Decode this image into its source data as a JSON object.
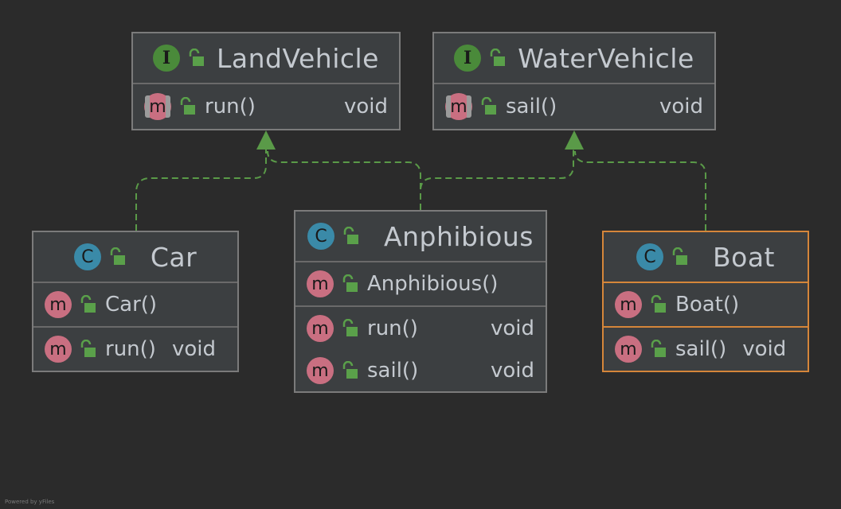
{
  "colors": {
    "background": "#2b2b2b",
    "node_fill": "#3c3f41",
    "node_border": "#7b7b7b",
    "selected_border": "#d5863a",
    "edge": "#5a9a48",
    "interface_badge": "#4a8a3a",
    "class_badge": "#3a8aa8",
    "method_badge": "#c96f81"
  },
  "nodes": {
    "land": {
      "kind_letter": "I",
      "title": "LandVehicle",
      "methods": [
        {
          "icon": "abstract-method-icon",
          "letter": "m",
          "name": "run()",
          "type": "void"
        }
      ]
    },
    "water": {
      "kind_letter": "I",
      "title": "WaterVehicle",
      "methods": [
        {
          "icon": "abstract-method-icon",
          "letter": "m",
          "name": "sail()",
          "type": "void"
        }
      ]
    },
    "car": {
      "kind_letter": "C",
      "title": "Car",
      "constructor": {
        "letter": "m",
        "name": "Car()"
      },
      "methods": [
        {
          "letter": "m",
          "name": "run()",
          "type": "void"
        }
      ]
    },
    "anphibious": {
      "kind_letter": "C",
      "title": "Anphibious",
      "constructor": {
        "letter": "m",
        "name": "Anphibious()"
      },
      "methods": [
        {
          "letter": "m",
          "name": "run()",
          "type": "void"
        },
        {
          "letter": "m",
          "name": "sail()",
          "type": "void"
        }
      ]
    },
    "boat": {
      "kind_letter": "C",
      "title": "Boat",
      "selected": true,
      "constructor": {
        "letter": "m",
        "name": "Boat()"
      },
      "methods": [
        {
          "letter": "m",
          "name": "sail()",
          "type": "void"
        }
      ]
    }
  },
  "edges": [
    {
      "from": "Car",
      "to": "LandVehicle",
      "style": "dashed",
      "arrow": "hollow-triangle"
    },
    {
      "from": "Anphibious",
      "to": "LandVehicle",
      "style": "dashed",
      "arrow": "hollow-triangle"
    },
    {
      "from": "Anphibious",
      "to": "WaterVehicle",
      "style": "dashed",
      "arrow": "hollow-triangle"
    },
    {
      "from": "Boat",
      "to": "WaterVehicle",
      "style": "dashed",
      "arrow": "hollow-triangle"
    }
  ],
  "footer": "Powered by yFiles"
}
